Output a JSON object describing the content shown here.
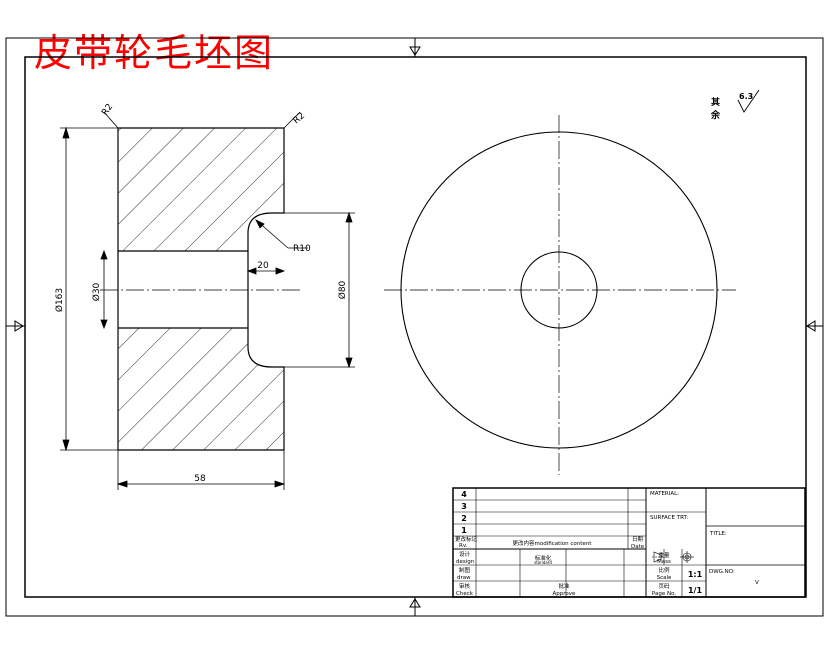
{
  "title": "皮带轮毛坯图",
  "dimensions": {
    "chamfer_left": "R2",
    "chamfer_right": "R2",
    "fillet": "R10",
    "recess_depth": "20",
    "outer_dia": "Ø163",
    "bore_dia": "Ø30",
    "recess_dia": "Ø80",
    "width": "58"
  },
  "roughness": {
    "label_top": "其",
    "label_bottom": "余",
    "value": "6.3"
  },
  "title_block": {
    "revision_rows": [
      "4",
      "3",
      "2",
      "1"
    ],
    "material": "MATERIAL:",
    "surface_treatment": "SURFACE TRT:",
    "title_label": "TITLE:",
    "rev_no_cn": "更改标记",
    "rev_no_en": "Rv.",
    "modification": "更改内容modification content",
    "date_cn": "日期",
    "date_en": "Date",
    "design_cn": "设计",
    "design_en": "design",
    "draw_cn": "制图",
    "draw_en": "draw",
    "check_cn": "审核",
    "check_en": "Check",
    "standard_cn": "标准化",
    "standard_en": "standard",
    "approve_cn": "批准",
    "approve_en": "Approve",
    "weight_cn": "重量",
    "weight_en": "Mass",
    "scale_cn": "比例",
    "scale_en": "Scale",
    "scale_value": "1:1",
    "page_cn": "页码",
    "page_en": "Page No.",
    "page_value": "1/1",
    "dwg_no": "DWG.NO:",
    "version": "V"
  }
}
